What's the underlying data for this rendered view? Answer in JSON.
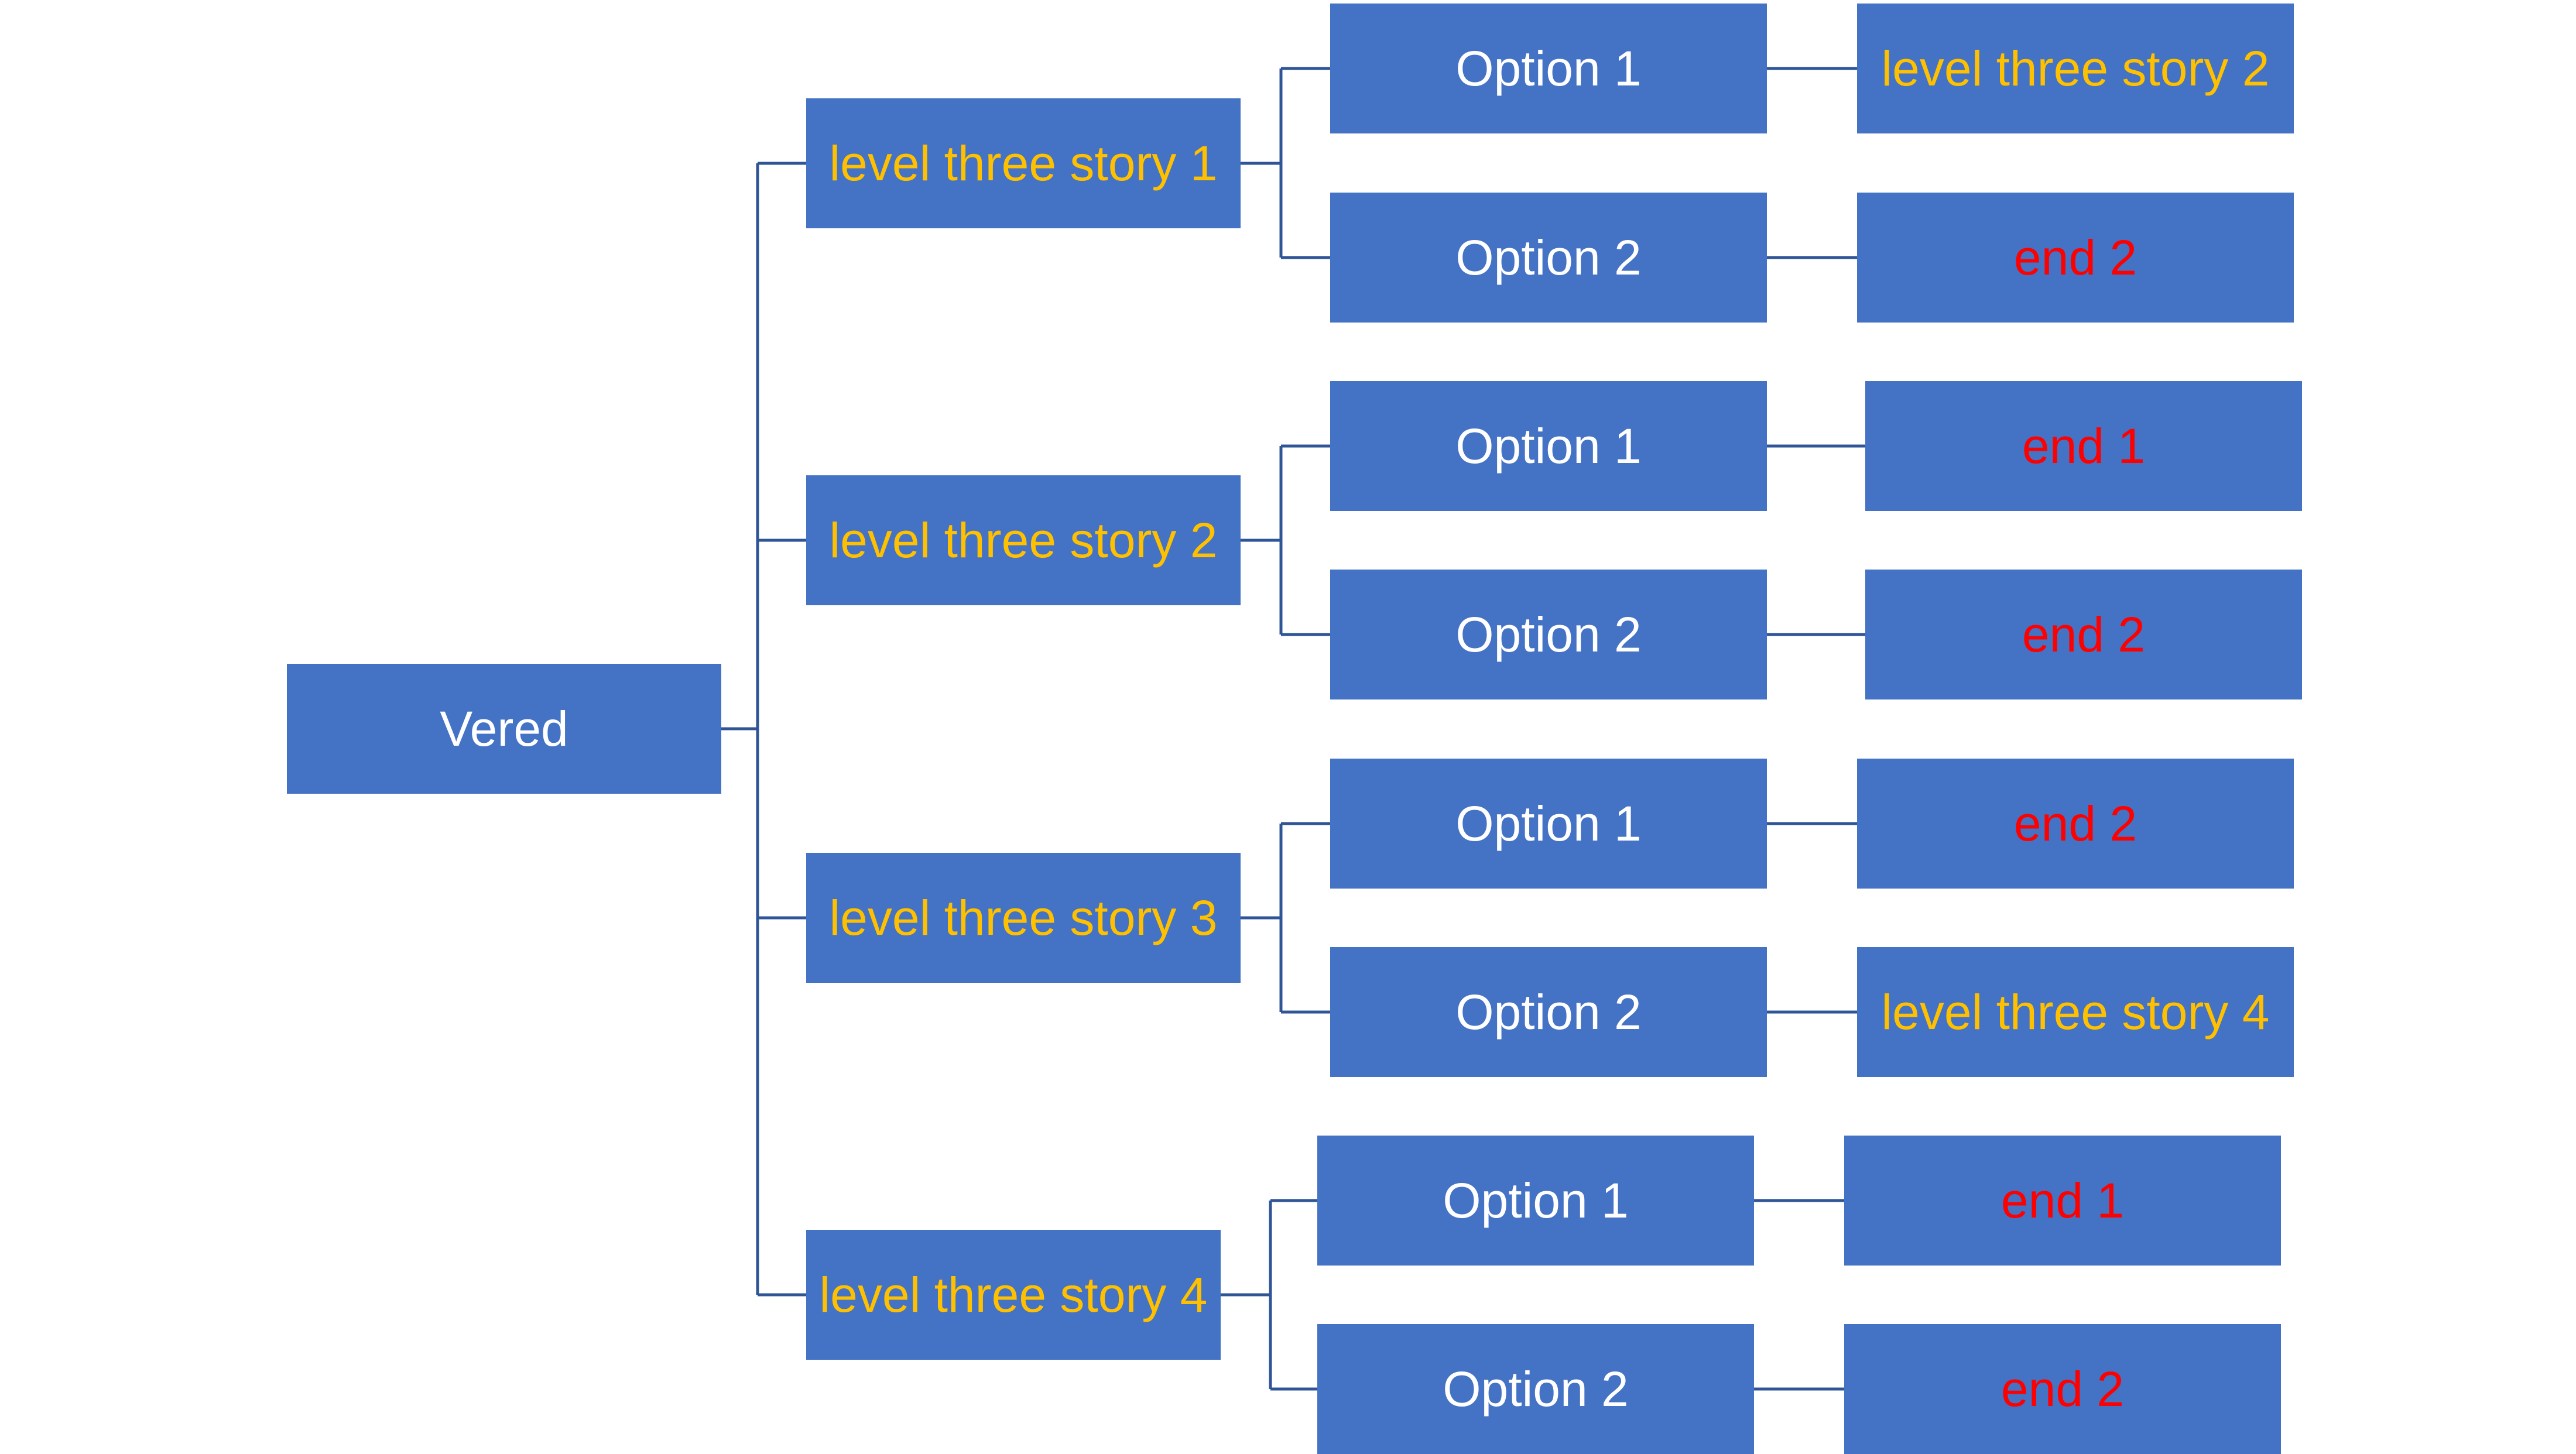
{
  "colors": {
    "box_fill": "#4472C4",
    "connector": "#2F5597",
    "text_white": "#FFFFFF",
    "text_gold": "#FFC000",
    "text_red": "#FF0000"
  },
  "root": {
    "label": "Vered",
    "text_color": "text_white"
  },
  "level1": [
    {
      "label": "level three story 1",
      "text_color": "text_gold",
      "options": [
        {
          "label": "Option 1",
          "outcome": "level three story 2",
          "outcome_color": "text_gold"
        },
        {
          "label": "Option 2",
          "outcome": "end 2",
          "outcome_color": "text_red"
        }
      ]
    },
    {
      "label": "level three story 2",
      "text_color": "text_gold",
      "options": [
        {
          "label": "Option 1",
          "outcome": "end 1",
          "outcome_color": "text_red"
        },
        {
          "label": "Option 2",
          "outcome": "end 2",
          "outcome_color": "text_red"
        }
      ]
    },
    {
      "label": "level three story 3",
      "text_color": "text_gold",
      "options": [
        {
          "label": "Option 1",
          "outcome": "end 2",
          "outcome_color": "text_red"
        },
        {
          "label": "Option 2",
          "outcome": "level three story 4",
          "outcome_color": "text_gold"
        }
      ]
    },
    {
      "label": "level three story 4",
      "text_color": "text_gold",
      "options": [
        {
          "label": "Option 1",
          "outcome": "end 1",
          "outcome_color": "text_red"
        },
        {
          "label": "Option 2",
          "outcome": "end 2",
          "outcome_color": "text_red"
        }
      ]
    }
  ]
}
